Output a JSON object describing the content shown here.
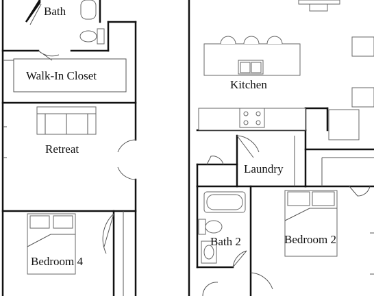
{
  "rooms": {
    "bath": "Bath",
    "walk_in_closet": "Walk-In Closet",
    "kitchen": "Kitchen",
    "retreat": "Retreat",
    "laundry": "Laundry",
    "bath_2": "Bath 2",
    "bedroom_2": "Bedroom 2",
    "bedroom_4": "Bedroom 4"
  }
}
